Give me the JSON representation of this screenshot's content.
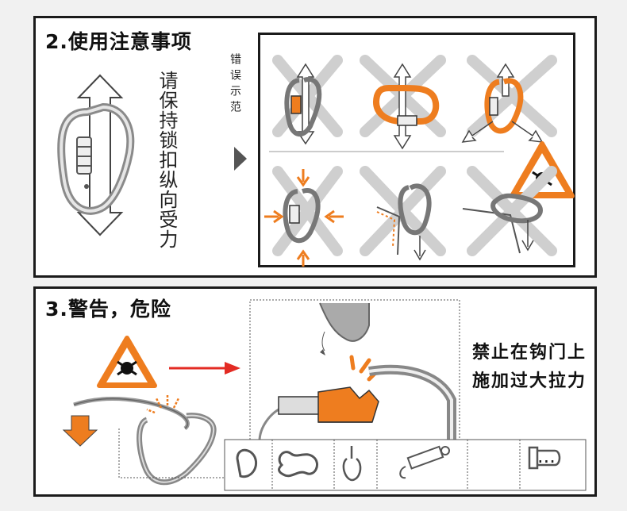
{
  "section2": {
    "title": "2.使用注意事项",
    "keep_force_text": "请保持锁扣纵向受力",
    "wrong_examples_label": "错误示范"
  },
  "section3": {
    "title": "3.警告，危险",
    "forbid_line1": "禁止在钩门上",
    "forbid_line2": "施加过大拉力",
    "accessories_more": "···"
  },
  "colors": {
    "accent_orange": "#ee7d1f",
    "warning_red": "#e32b23",
    "cross_gray": "#c9c9c9",
    "border_black": "#1b1b1b"
  },
  "icons": {
    "warning": "skull-warning-triangle-icon",
    "pointer": "triangle-pointer-icon",
    "arrow": "red-arrow-icon"
  }
}
